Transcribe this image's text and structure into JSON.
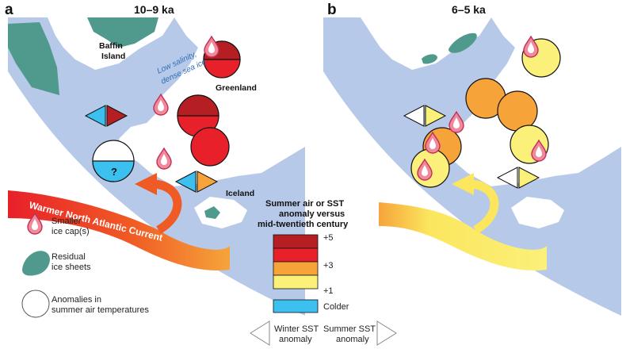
{
  "panels": [
    {
      "letter": "a",
      "title": "10–9 ka"
    },
    {
      "letter": "b",
      "title": "6–5 ka"
    }
  ],
  "map_labels": {
    "baffin_island": [
      "Baffin",
      "Island"
    ],
    "greenland": "Greenland",
    "iceland": "Iceland",
    "sea_ice": [
      "Low salinity,",
      "dense sea ice"
    ],
    "current": "Warmer North Atlantic Current",
    "question_mark": "?"
  },
  "legend": {
    "ice_cap": [
      "Smaller",
      "ice cap(s)"
    ],
    "ice_sheets": [
      "Residual",
      "ice sheets"
    ],
    "anomalies": [
      "Anomalies in",
      "summer air temperatures"
    ],
    "winter_sst": [
      "Winter SST",
      "anomaly"
    ],
    "summer_sst": [
      "Summer SST",
      "anomaly"
    ]
  },
  "scale": {
    "title": [
      "Summer air or SST",
      "anomaly versus",
      "mid-twentieth century"
    ],
    "entries": [
      {
        "label": "+5",
        "color": "#b51f24"
      },
      {
        "label": "",
        "color": "#e8202a"
      },
      {
        "label": "+3",
        "color": "#f6a43a"
      },
      {
        "label": "",
        "color": "#fbf07a"
      },
      {
        "label": "+1",
        "color": ""
      },
      {
        "label": "Colder",
        "color": "#3cc0ef"
      }
    ]
  },
  "colors": {
    "ocean": "#b7c9e8",
    "land": "#ffffff",
    "ice_sheet": "#4f9a8c",
    "ice_cap_drop": "#f08a9a",
    "current_a": "#f05a24",
    "current_b": "#fbe65e"
  }
}
